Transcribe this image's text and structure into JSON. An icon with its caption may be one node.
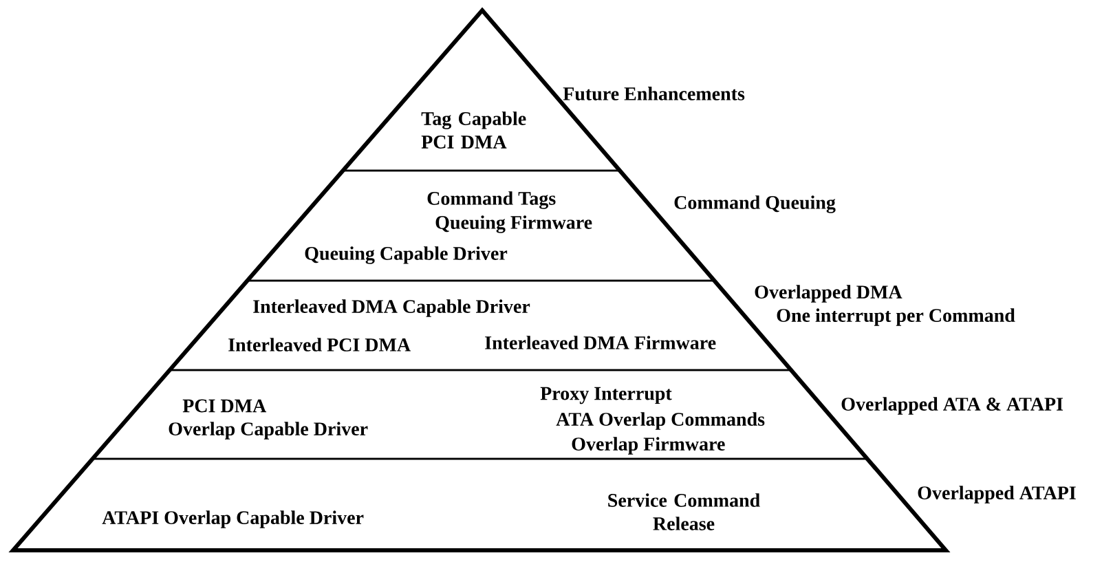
{
  "diagram": {
    "nodes": [
      {
        "text": [
          "Tag Capable PCI DMA"
        ],
        "beside": [
          "Future Enhancements"
        ]
      },
      {
        "text": [
          "Command Tags",
          "Queuing Firmware",
          "Queuing Capable Driver"
        ],
        "beside": [
          "Command Queuing"
        ]
      },
      {
        "text": [
          "Interleaved DMA Capable Driver",
          "Interleaved PCI DMA",
          "Interleaved DMA Firmware"
        ],
        "beside": [
          "Overlapped DMA",
          "One interrupt per Command"
        ]
      },
      {
        "text": [
          "PCI DMA",
          "Overlap Capable Driver",
          "Proxy Interrupt",
          "ATA Overlap Commands",
          "Overlap Firmware"
        ],
        "beside": [
          "Overlapped ATA & ATAPI"
        ]
      },
      {
        "text": [
          "ATAPI Overlap Capable Driver",
          "Service Command Release"
        ],
        "beside": [
          "Overlapped ATAPI"
        ]
      }
    ]
  }
}
